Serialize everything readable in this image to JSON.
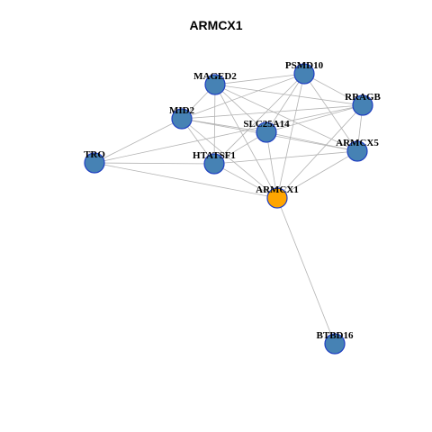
{
  "title": "ARMCX1",
  "colors": {
    "node_default": "#4682b4",
    "node_focus": "#ffa500",
    "node_border": "#1f3fc2",
    "edge": "#b3b3b3"
  },
  "nodes": [
    {
      "id": "PSMD10",
      "label": "PSMD10",
      "focus": false
    },
    {
      "id": "MAGED2",
      "label": "MAGED2",
      "focus": false
    },
    {
      "id": "RRAGB",
      "label": "RRAGB",
      "focus": false
    },
    {
      "id": "MID2",
      "label": "MID2",
      "focus": false
    },
    {
      "id": "SLC25A14",
      "label": "SLC25A14",
      "focus": false
    },
    {
      "id": "ARMCX5",
      "label": "ARMCX5",
      "focus": false
    },
    {
      "id": "TRO",
      "label": "TRO",
      "focus": false
    },
    {
      "id": "HTATSF1",
      "label": "HTATSF1",
      "focus": false
    },
    {
      "id": "ARMCX1",
      "label": "ARMCX1",
      "focus": true
    },
    {
      "id": "BTBD16",
      "label": "BTBD16",
      "focus": false
    }
  ],
  "edges": [
    [
      "MAGED2",
      "PSMD10"
    ],
    [
      "MAGED2",
      "RRAGB"
    ],
    [
      "MAGED2",
      "SLC25A14"
    ],
    [
      "MAGED2",
      "ARMCX5"
    ],
    [
      "MAGED2",
      "HTATSF1"
    ],
    [
      "MAGED2",
      "ARMCX1"
    ],
    [
      "MAGED2",
      "MID2"
    ],
    [
      "PSMD10",
      "RRAGB"
    ],
    [
      "PSMD10",
      "MID2"
    ],
    [
      "PSMD10",
      "SLC25A14"
    ],
    [
      "PSMD10",
      "ARMCX5"
    ],
    [
      "PSMD10",
      "HTATSF1"
    ],
    [
      "PSMD10",
      "ARMCX1"
    ],
    [
      "RRAGB",
      "MID2"
    ],
    [
      "RRAGB",
      "SLC25A14"
    ],
    [
      "RRAGB",
      "ARMCX5"
    ],
    [
      "RRAGB",
      "ARMCX1"
    ],
    [
      "RRAGB",
      "TRO"
    ],
    [
      "MID2",
      "SLC25A14"
    ],
    [
      "MID2",
      "ARMCX5"
    ],
    [
      "MID2",
      "HTATSF1"
    ],
    [
      "MID2",
      "ARMCX1"
    ],
    [
      "MID2",
      "TRO"
    ],
    [
      "SLC25A14",
      "ARMCX5"
    ],
    [
      "SLC25A14",
      "HTATSF1"
    ],
    [
      "SLC25A14",
      "ARMCX1"
    ],
    [
      "ARMCX5",
      "HTATSF1"
    ],
    [
      "ARMCX5",
      "ARMCX1"
    ],
    [
      "TRO",
      "HTATSF1"
    ],
    [
      "TRO",
      "ARMCX1"
    ],
    [
      "HTATSF1",
      "ARMCX1"
    ],
    [
      "ARMCX1",
      "BTBD16"
    ]
  ]
}
